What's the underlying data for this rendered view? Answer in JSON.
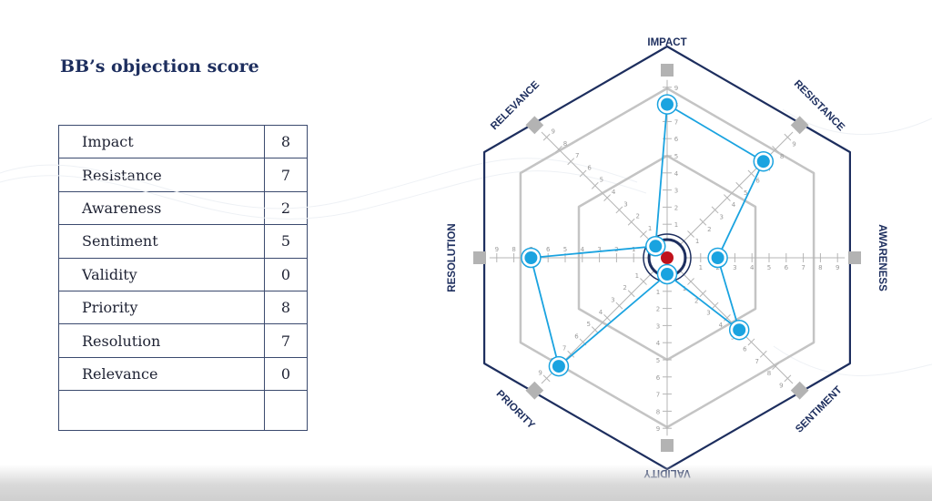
{
  "title": "BB’s objection score",
  "table": {
    "rows": [
      {
        "label": "Impact",
        "value": "8"
      },
      {
        "label": "Resistance",
        "value": "7"
      },
      {
        "label": "Awareness",
        "value": "2"
      },
      {
        "label": "Sentiment",
        "value": "5"
      },
      {
        "label": "Validity",
        "value": "0"
      },
      {
        "label": "Priority",
        "value": "8"
      },
      {
        "label": "Resolution",
        "value": "7"
      },
      {
        "label": "Relevance",
        "value": "0"
      }
    ]
  },
  "chart_data": {
    "type": "radar",
    "axes": [
      "IMPACT",
      "RESISTANCE",
      "AWARENESS",
      "SENTIMENT",
      "VALIDITY",
      "PRIORITY",
      "RESOLUTION",
      "RELEVANCE"
    ],
    "values": [
      8,
      7,
      2,
      5,
      0,
      8,
      7,
      0
    ],
    "scale_max": 9,
    "ticks": [
      "1",
      "2",
      "3",
      "4",
      "5",
      "6",
      "7",
      "8",
      "9"
    ],
    "colors": {
      "series": "#1aa3e0",
      "frame": "#1d2e5e",
      "rings": "#c4c4c4",
      "center": "#c0121b"
    }
  }
}
